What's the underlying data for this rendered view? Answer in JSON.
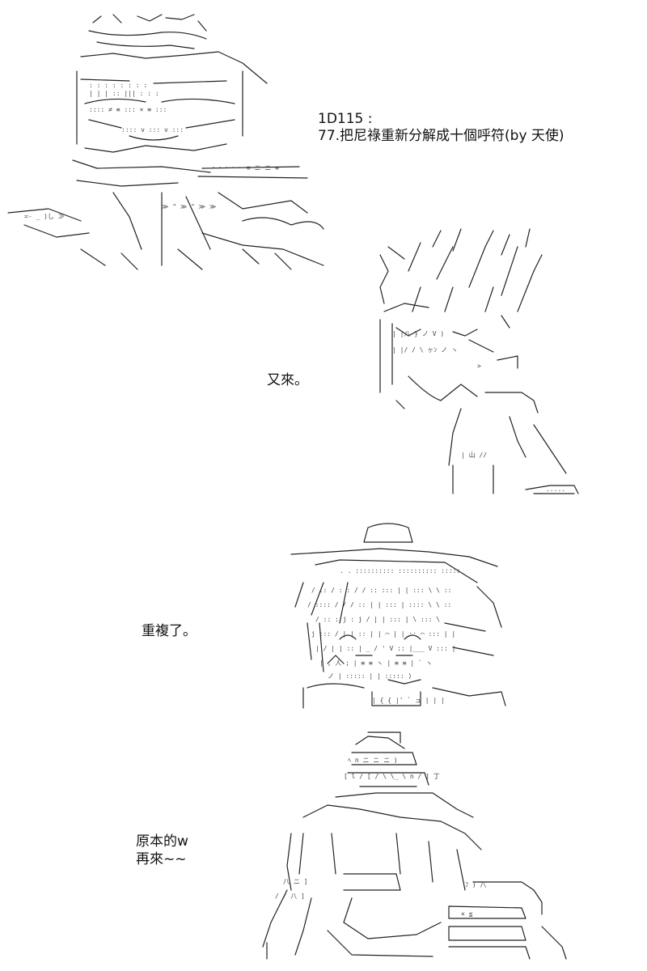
{
  "captions": {
    "heading_id": "1D115 :",
    "heading_line": "77.把尼祿重新分解成十個呼符(by 天使)",
    "panel2_text": "又來。",
    "panel3_text": "重複了。",
    "panel4_line1": "原本的w",
    "panel4_line2": "再來~~"
  },
  "art": {
    "panel1_icon": "ascii-art-nero-feast",
    "panel2_icon": "ascii-art-figure-shadowed",
    "panel3_icon": "ascii-art-figure-hat",
    "panel4_icon": "ascii-art-figure-back"
  }
}
